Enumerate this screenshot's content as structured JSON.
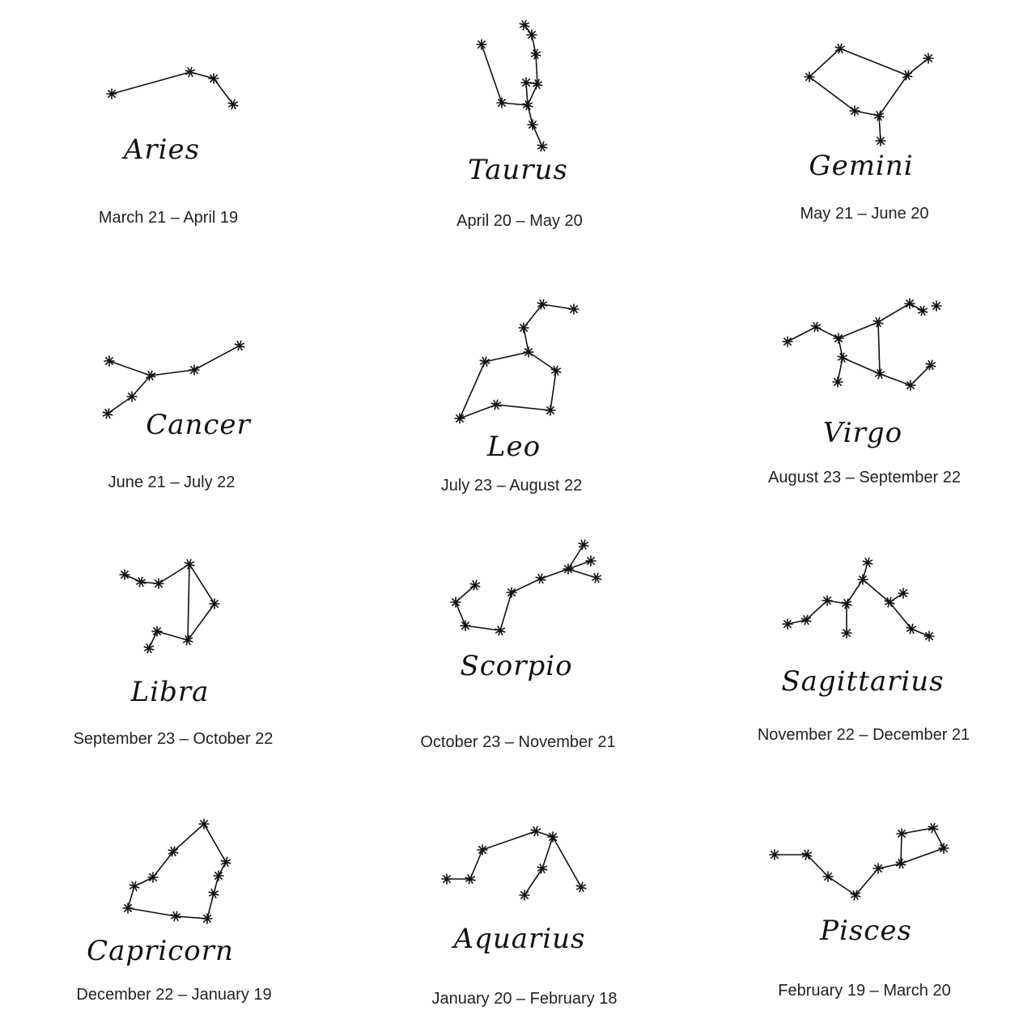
{
  "signs": [
    {
      "name": "Aries",
      "dates": "March 21 – April 19"
    },
    {
      "name": "Taurus",
      "dates": "April 20 – May 20"
    },
    {
      "name": "Gemini",
      "dates": "May 21 – June 20"
    },
    {
      "name": "Cancer",
      "dates": "June 21 – July 22"
    },
    {
      "name": "Leo",
      "dates": "July 23 – August 22"
    },
    {
      "name": "Virgo",
      "dates": "August 23 – September 22"
    },
    {
      "name": "Libra",
      "dates": "September 23 – October 22"
    },
    {
      "name": "Scorpio",
      "dates": "October 23 – November 21"
    },
    {
      "name": "Sagittarius",
      "dates": "November 22 – December 21"
    },
    {
      "name": "Capricorn",
      "dates": "December 22 – January 19"
    },
    {
      "name": "Aquarius",
      "dates": "January 20 – February 18"
    },
    {
      "name": "Pisces",
      "dates": "February 19 – March 20"
    }
  ],
  "colors": {
    "ink": "#111111",
    "background": "#ffffff"
  }
}
